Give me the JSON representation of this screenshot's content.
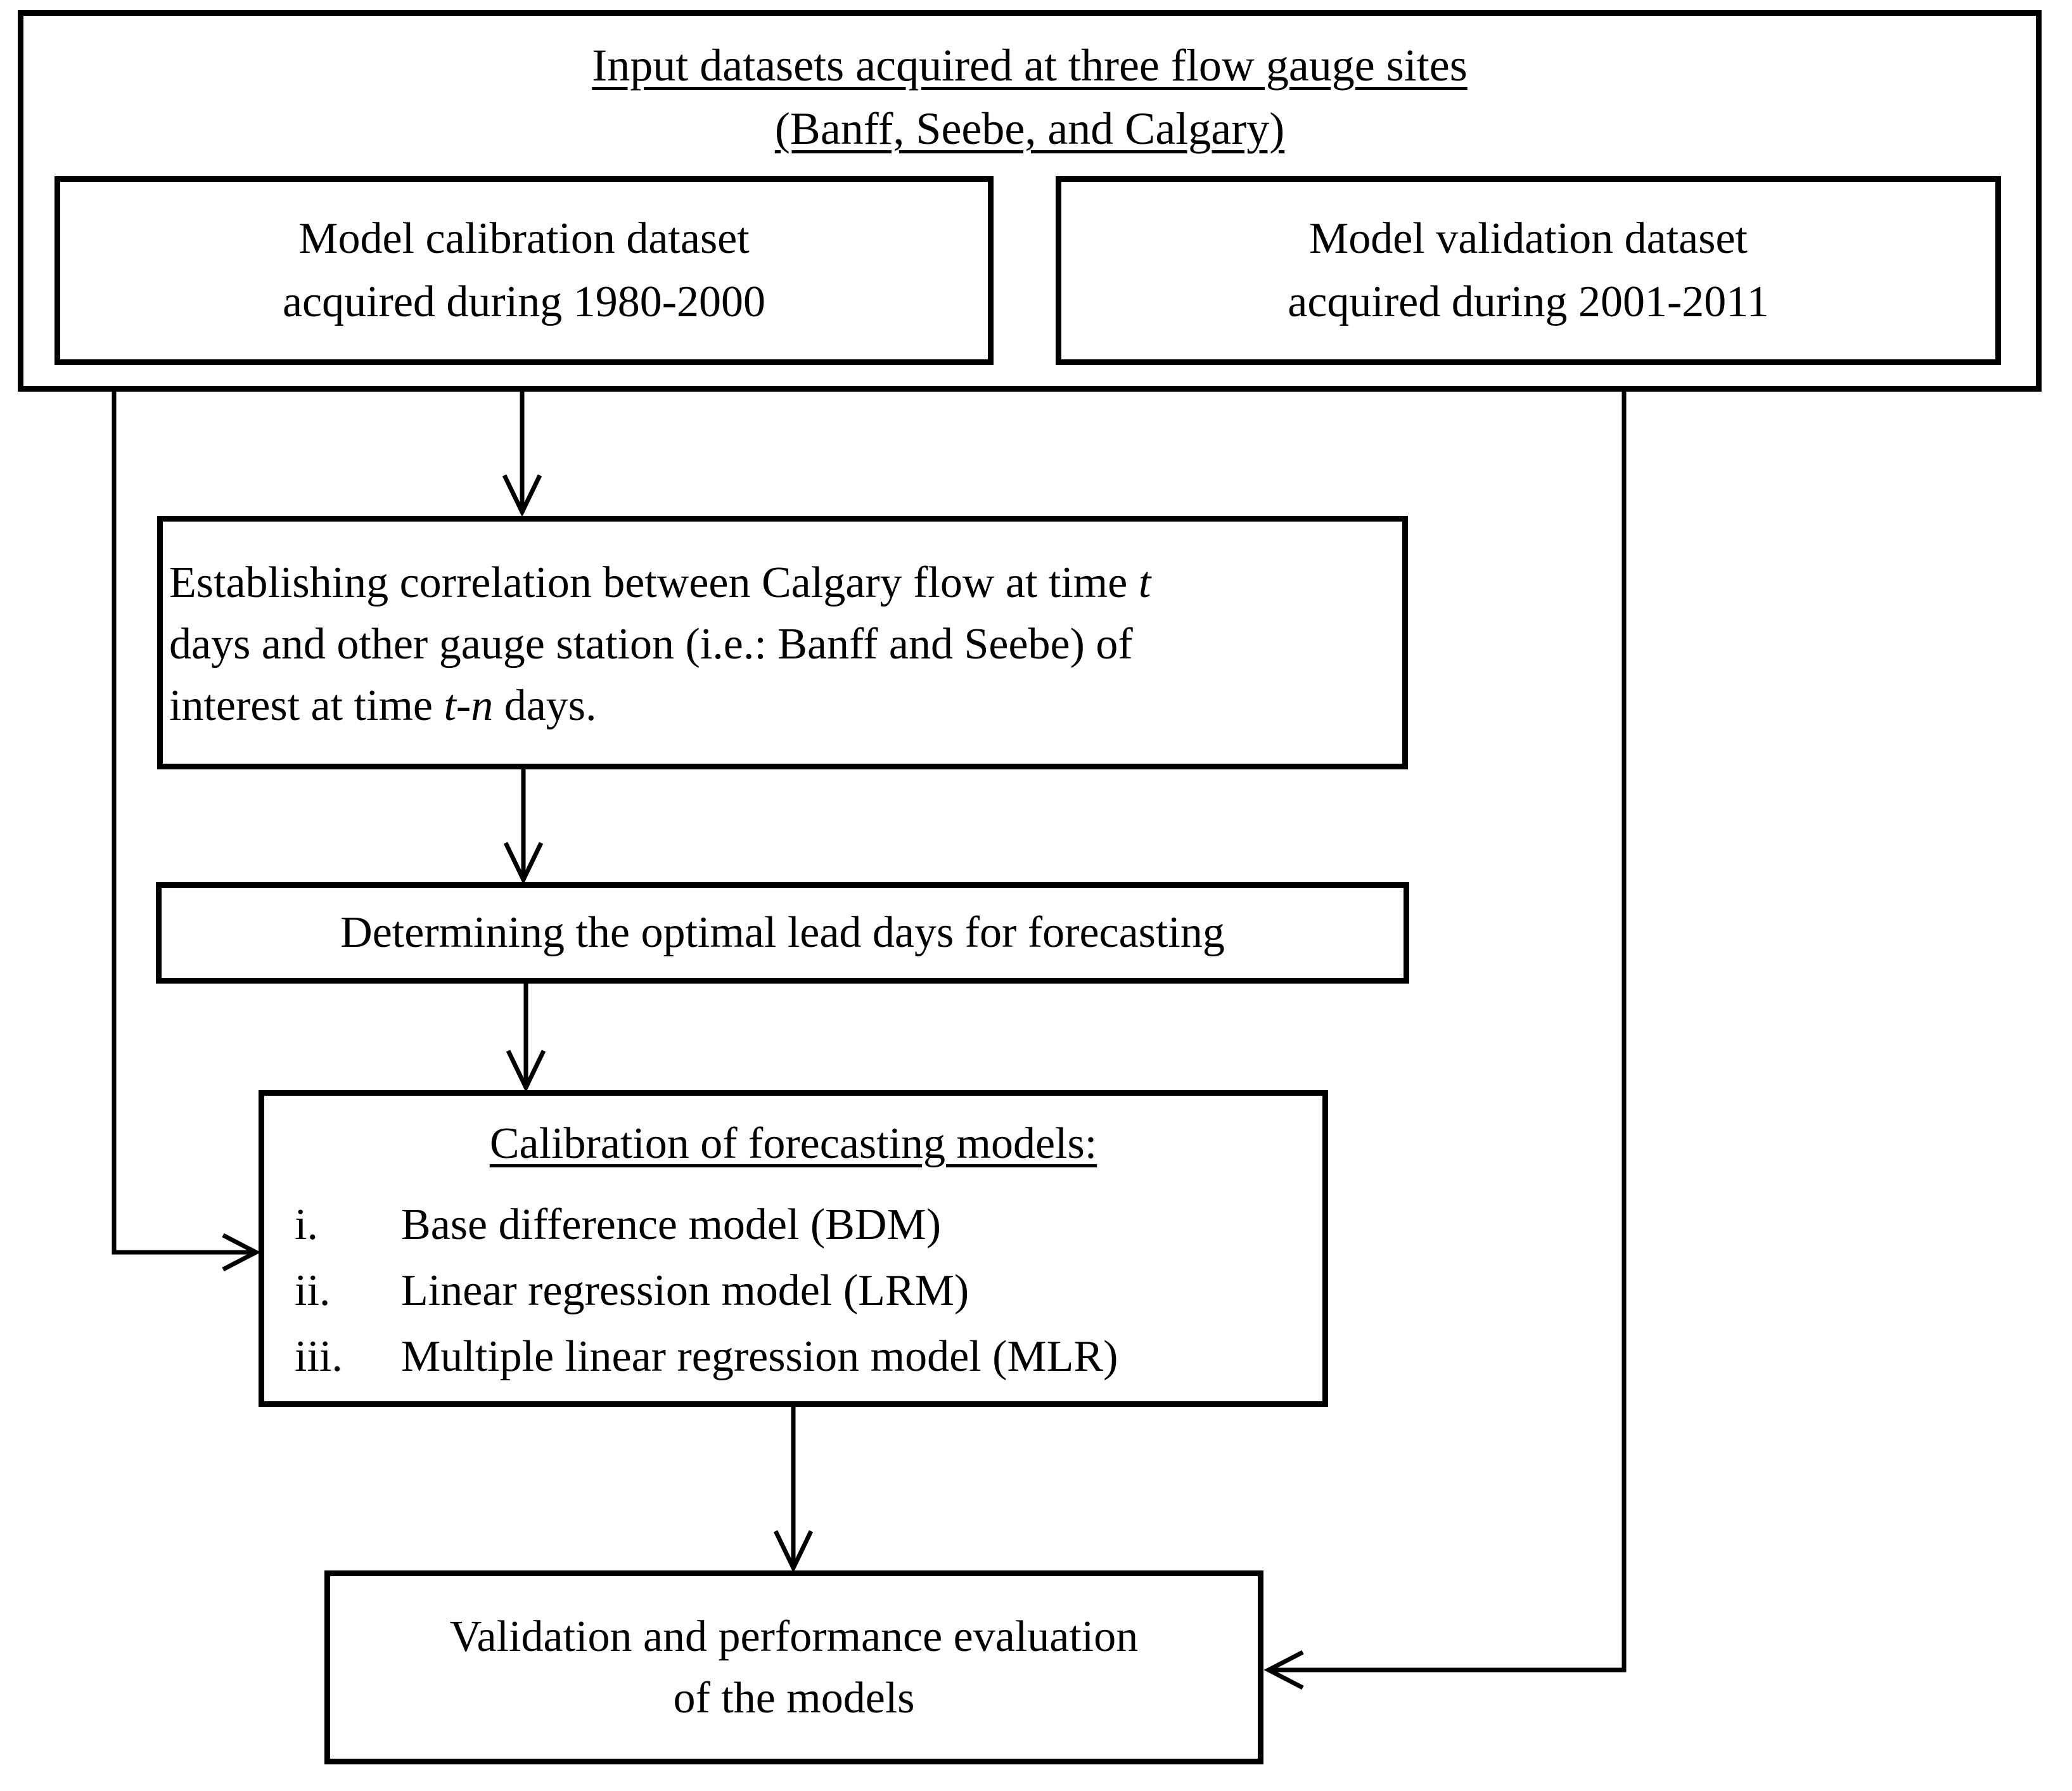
{
  "figure": {
    "input_header": {
      "title_line1": "Input datasets acquired at three flow gauge sites",
      "title_line2": "(Banff, Seebe, and Calgary)"
    },
    "calibration_dataset_box": {
      "line1": "Model calibration dataset",
      "line2": "acquired during 1980-2000"
    },
    "validation_dataset_box": {
      "line1": "Model validation dataset",
      "line2": "acquired during 2001-2011"
    },
    "correlation_box": {
      "l1a": "Establishing correlation between Calgary flow at time ",
      "l1b": "t",
      "l2": "days and other gauge station (i.e.: Banff and Seebe) of",
      "l3a": "interest at time ",
      "l3b": "t-n",
      "l3c": " days."
    },
    "lead_days_box": {
      "text": "Determining the optimal lead days for forecasting"
    },
    "models_box": {
      "title": "Calibration of forecasting models:",
      "items": [
        {
          "num": "i.",
          "label": "Base difference model (BDM)"
        },
        {
          "num": "ii.",
          "label": "Linear regression model (LRM)"
        },
        {
          "num": "iii.",
          "label": "Multiple linear regression model (MLR)"
        }
      ]
    },
    "evaluation_box": {
      "line1": "Validation and performance evaluation",
      "line2": "of the models"
    }
  },
  "colors": {
    "ink": "#000000",
    "background": "#ffffff"
  }
}
